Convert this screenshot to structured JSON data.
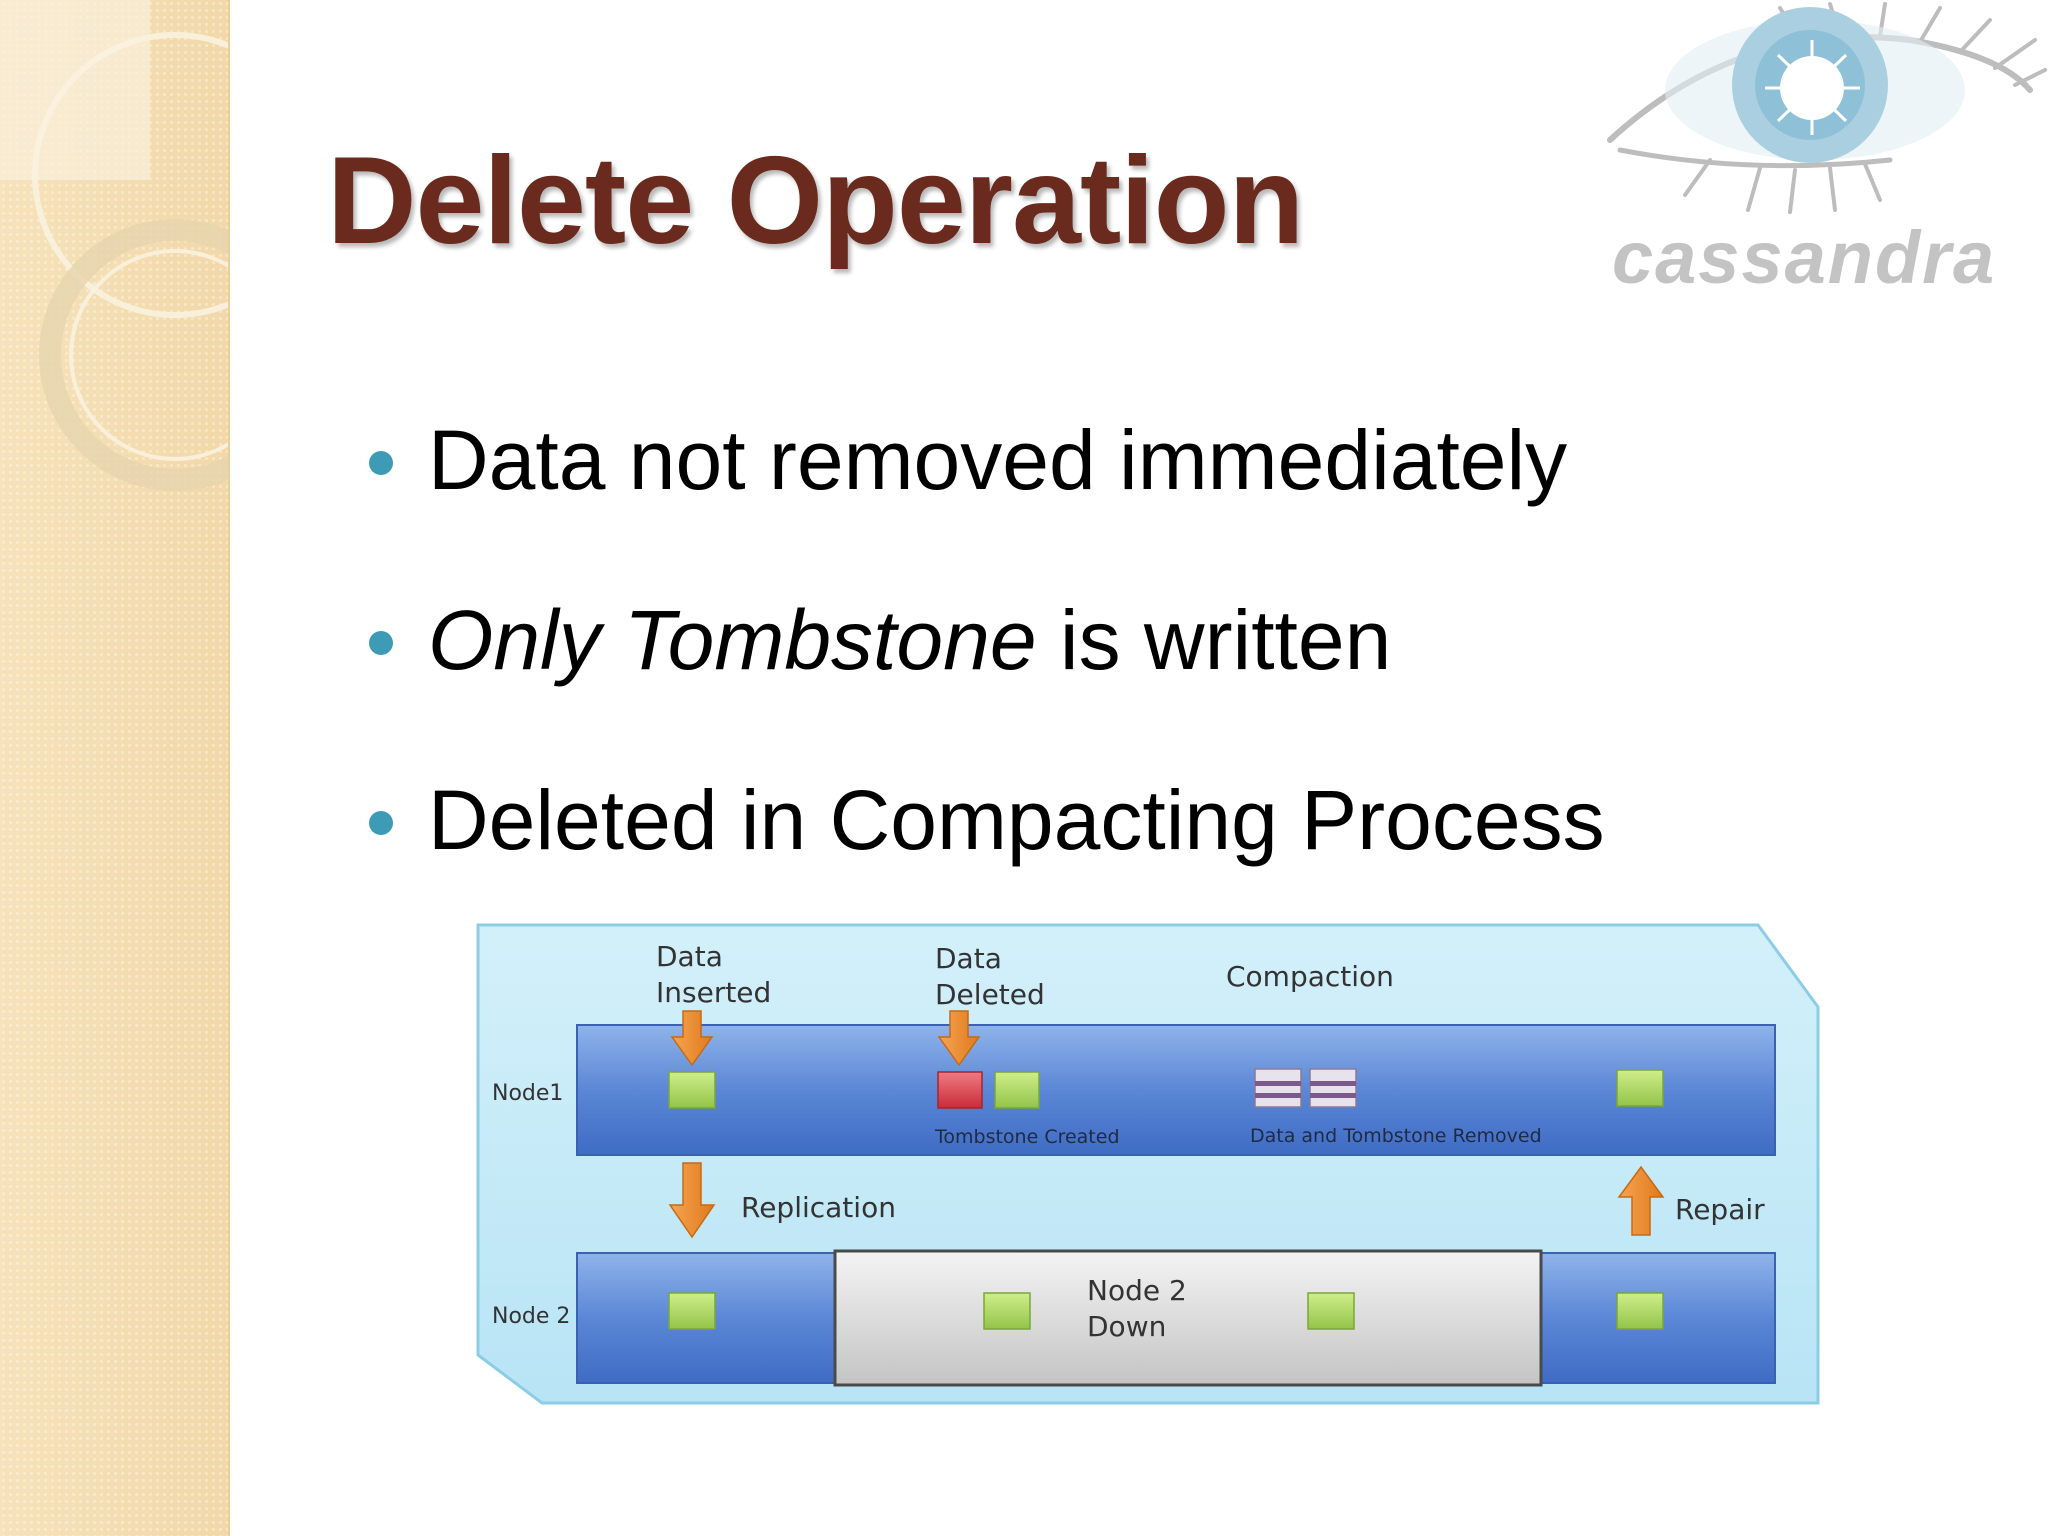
{
  "slide": {
    "title": "Delete Operation",
    "logo_text": "cassandra"
  },
  "bullets": [
    {
      "text": "Data not removed immediately"
    },
    {
      "em": "Only Tombstone",
      "rest": " is written"
    },
    {
      "text": "Deleted in Compacting Process"
    }
  ],
  "diagram": {
    "stages": {
      "data_inserted_1": "Data",
      "data_inserted_2": "Inserted",
      "data_deleted_1": "Data",
      "data_deleted_2": "Deleted",
      "compaction": "Compaction"
    },
    "nodes": {
      "node1": "Node1",
      "node2": "Node 2"
    },
    "annotations": {
      "tombstone_created": "Tombstone Created",
      "data_and_tombstone_removed": "Data and Tombstone Removed",
      "replication": "Replication",
      "repair": "Repair",
      "node2_down_1": "Node 2",
      "node2_down_2": "Down"
    },
    "colors": {
      "panel": "#c9ecf7",
      "lane": "#4a78cf",
      "data_block": "#a9d65a",
      "tombstone_block": "#d9414b",
      "arrow": "#f08c2e"
    }
  }
}
